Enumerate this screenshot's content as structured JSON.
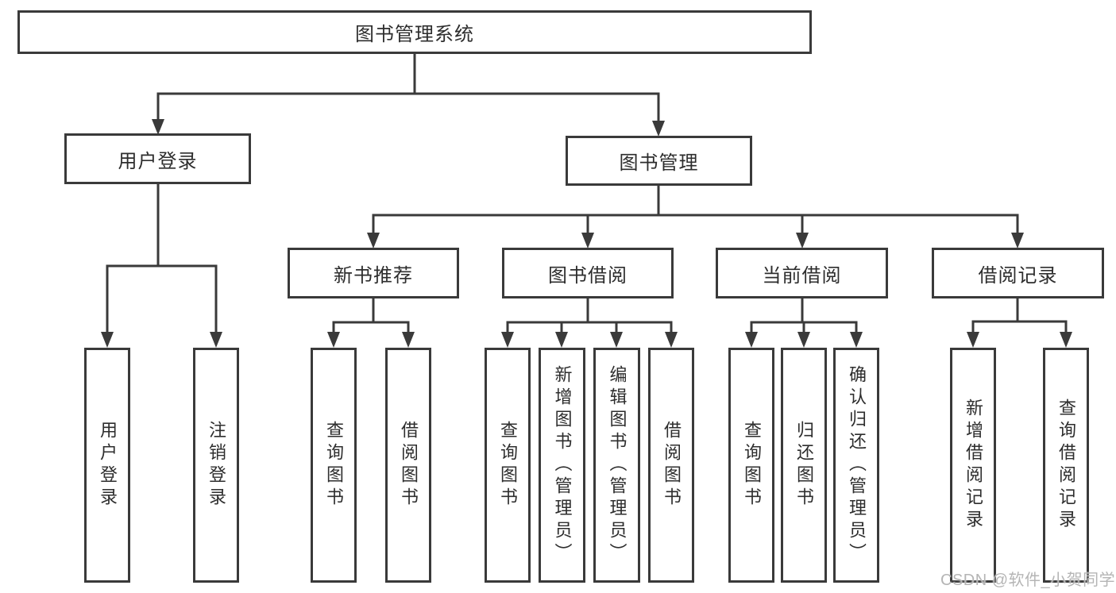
{
  "tree": {
    "root": {
      "label": "图书管理系统",
      "children": [
        {
          "label": "用户登录",
          "children": [
            {
              "label": "用户登录"
            },
            {
              "label": "注销登录"
            }
          ]
        },
        {
          "label": "图书管理",
          "children": [
            {
              "label": "新书推荐",
              "children": [
                {
                  "label": "查询图书"
                },
                {
                  "label": "借阅图书"
                }
              ]
            },
            {
              "label": "图书借阅",
              "children": [
                {
                  "label": "查询图书"
                },
                {
                  "label": "新增图书（管理员）"
                },
                {
                  "label": "编辑图书（管理员）"
                },
                {
                  "label": "借阅图书"
                }
              ]
            },
            {
              "label": "当前借阅",
              "children": [
                {
                  "label": "查询图书"
                },
                {
                  "label": "归还图书"
                },
                {
                  "label": "确认归还（管理员）"
                }
              ]
            },
            {
              "label": "借阅记录",
              "children": [
                {
                  "label": "新增借阅记录"
                },
                {
                  "label": "查询借阅记录"
                }
              ]
            }
          ]
        }
      ]
    }
  },
  "watermark": {
    "text": "CSDN @软件_小贺同学"
  },
  "colors": {
    "line": "#3a3a3a",
    "text": "#2d2d2d",
    "watermark": "#b5b5b5",
    "background": "#ffffff"
  }
}
